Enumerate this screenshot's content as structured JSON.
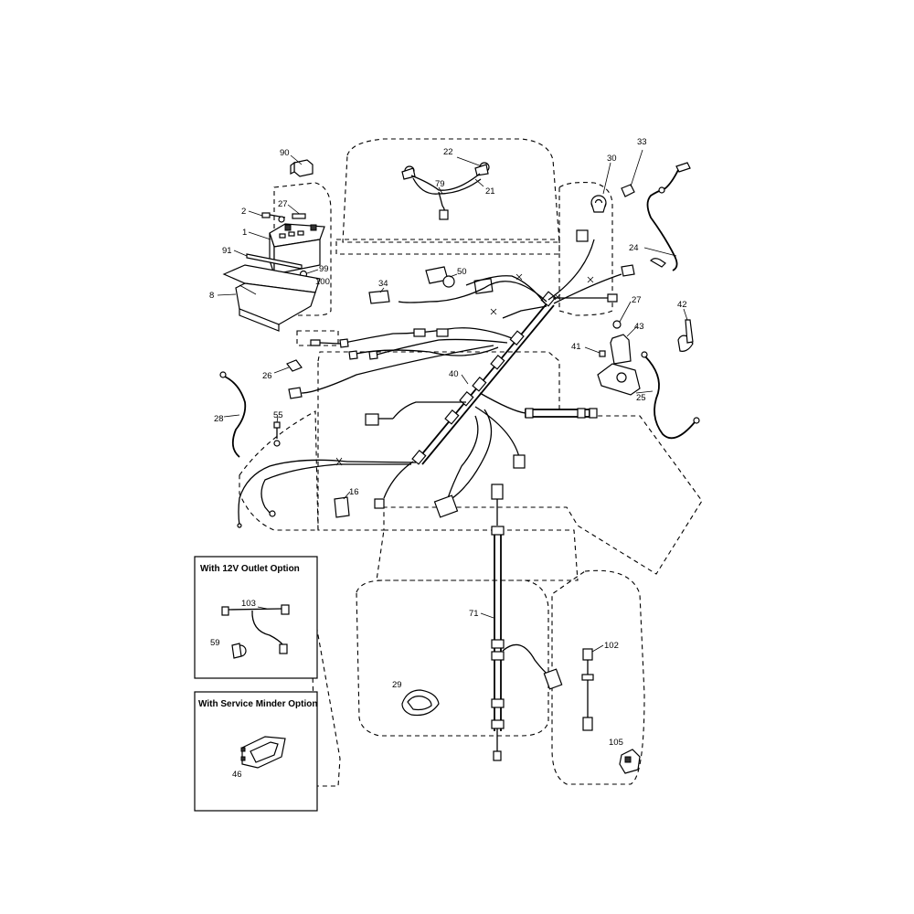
{
  "diagram": {
    "callouts": {
      "c90": "90",
      "c22": "22",
      "c21": "21",
      "c79": "79",
      "c30": "30",
      "c33": "33",
      "c2": "2",
      "c27a": "27",
      "c1": "1",
      "c91": "91",
      "c99": "99",
      "c100": "100",
      "c8": "8",
      "c34": "34",
      "c50": "50",
      "c24": "24",
      "c27b": "27",
      "c42": "42",
      "c43": "43",
      "c41": "41",
      "c26": "26",
      "c40": "40",
      "c25": "25",
      "c28": "28",
      "c55": "55",
      "c16": "16",
      "c71": "71",
      "c102": "102",
      "c29": "29",
      "c105": "105",
      "c103": "103",
      "c59": "59",
      "c46": "46"
    },
    "option_boxes": {
      "outlet_title": "With 12V Outlet Option",
      "minder_title": "With Service Minder Option"
    }
  }
}
